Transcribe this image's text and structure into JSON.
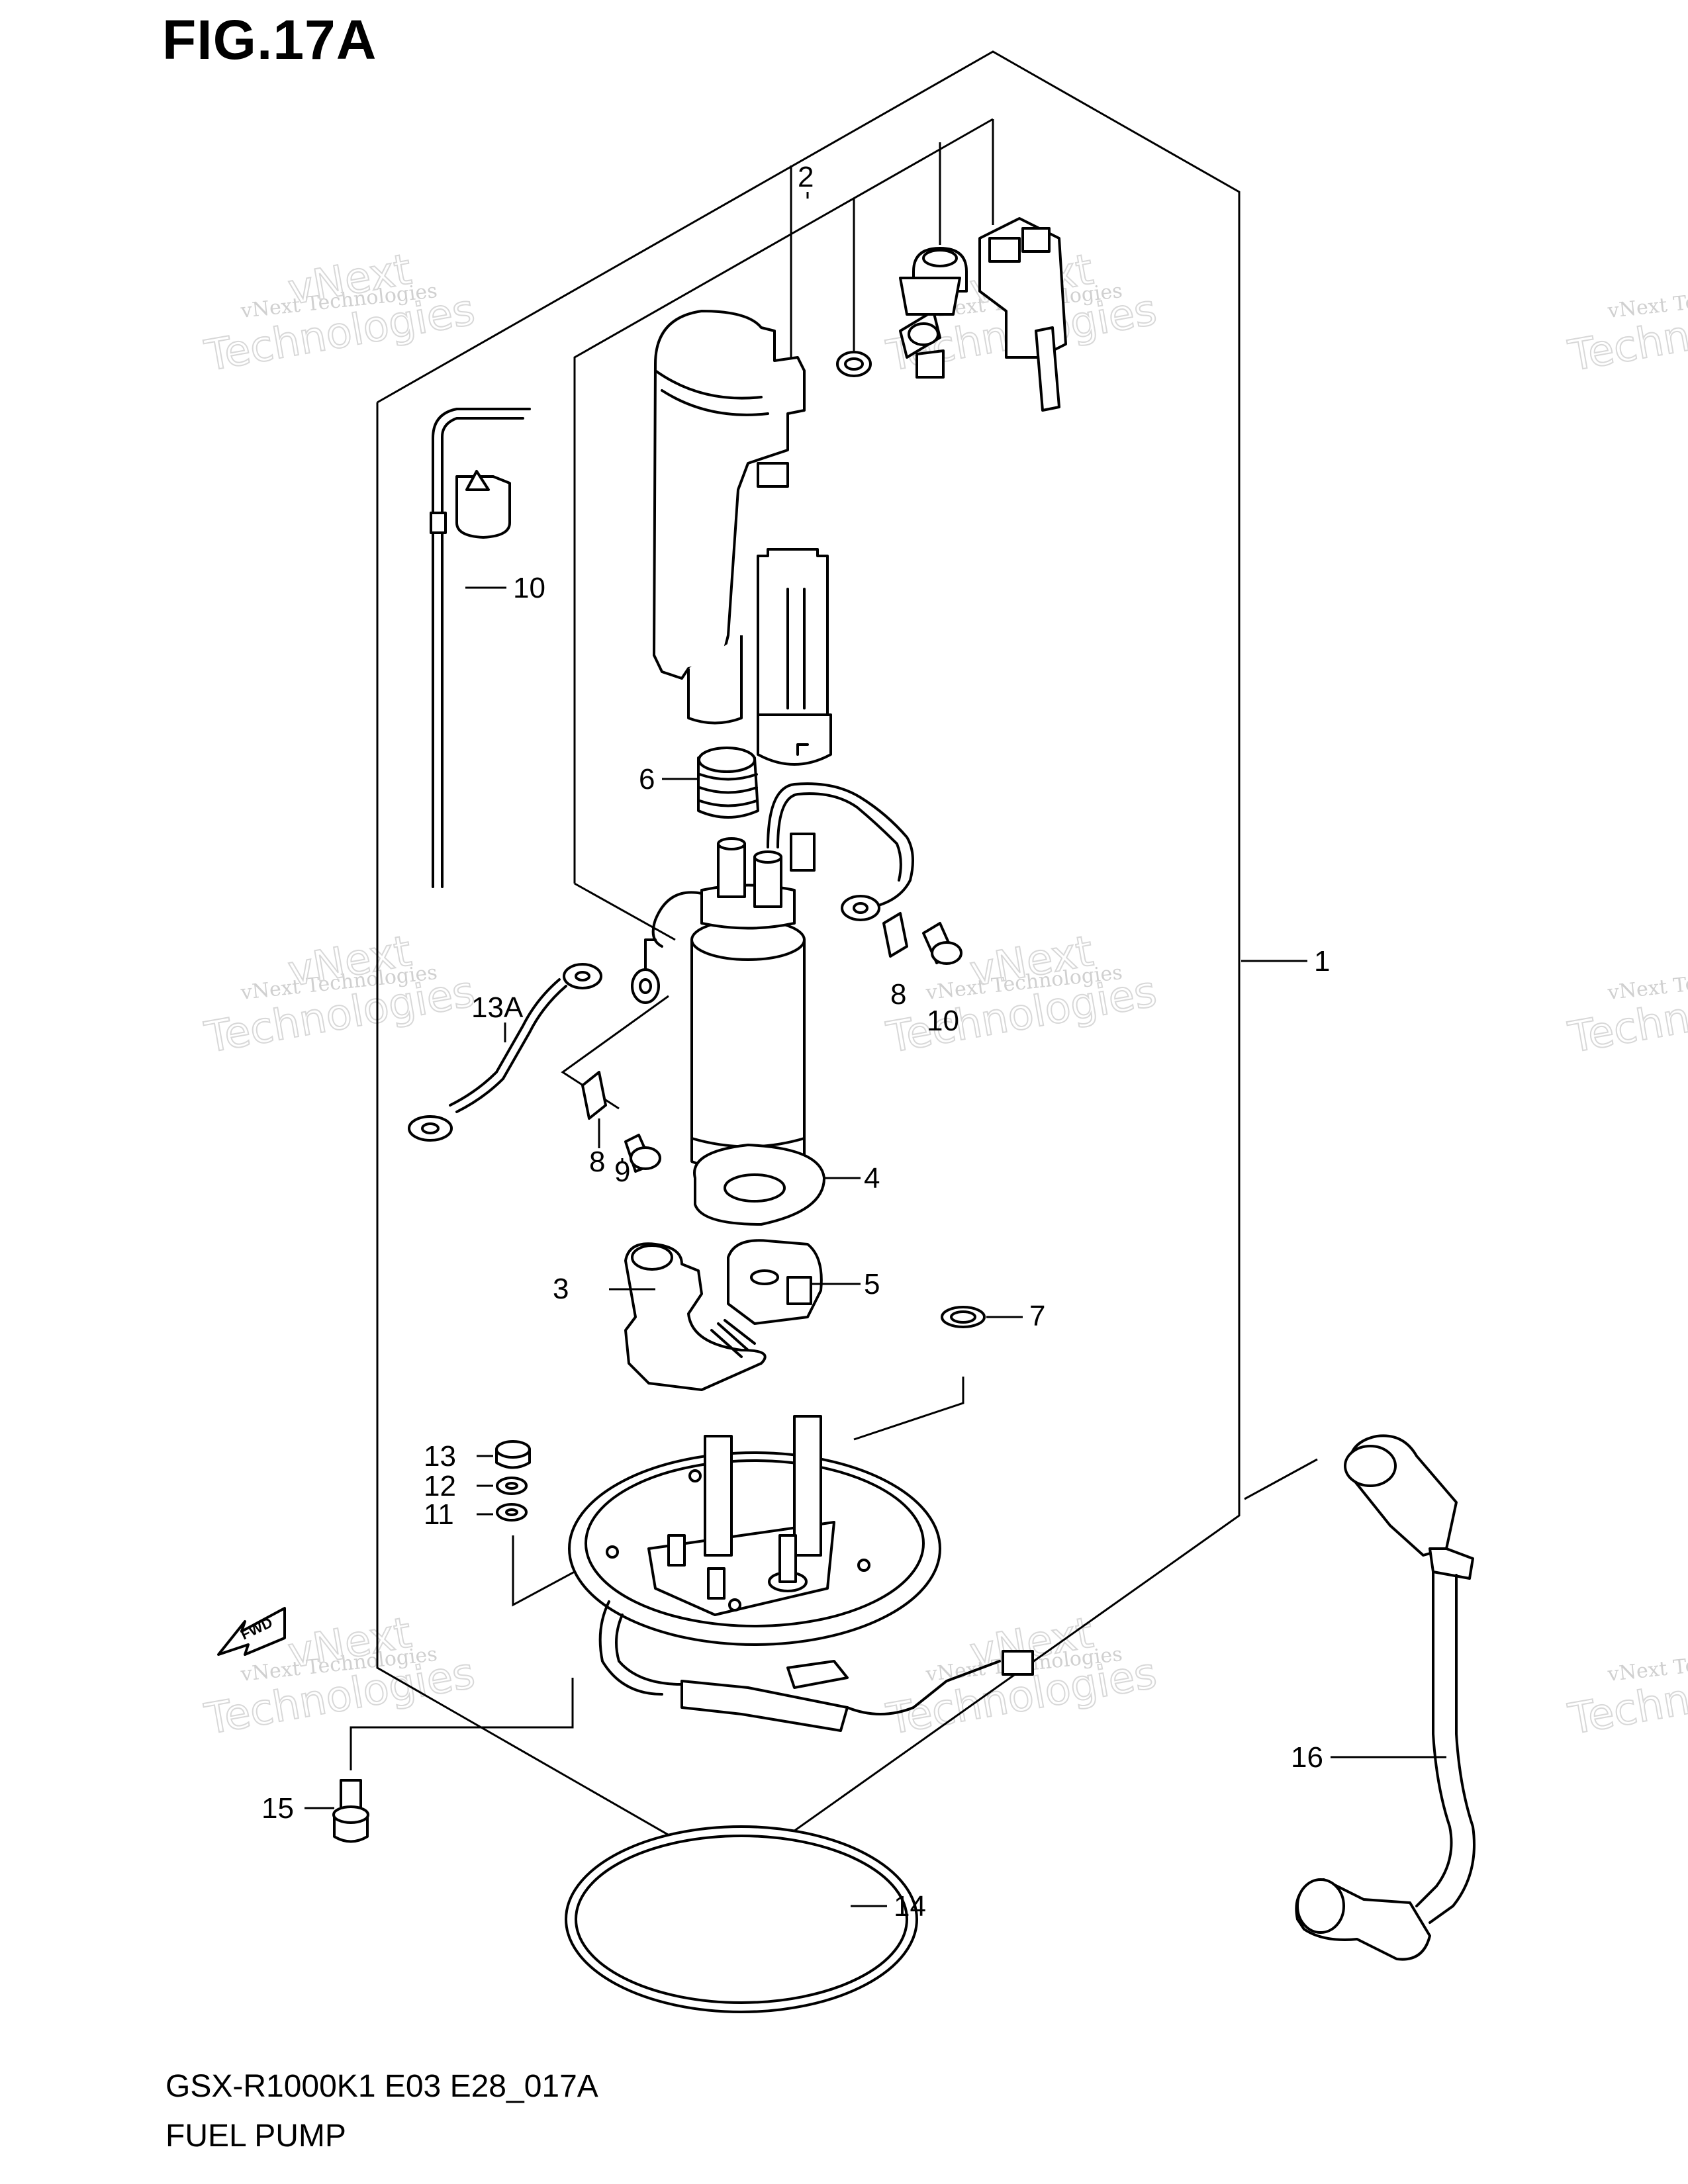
{
  "figure": {
    "title": "FIG.17A"
  },
  "footer": {
    "code": "GSX-R1000K1 E03 E28_017A",
    "name": "FUEL PUMP"
  },
  "watermark": {
    "line1": "vNext Technologies",
    "line2": "Technologies",
    "line3": "vNext"
  },
  "fwd_label": "FWD",
  "callouts": {
    "c1": "1",
    "c2": "2",
    "c3": "3",
    "c4": "4",
    "c5": "5",
    "c6": "6",
    "c7": "7",
    "c8a": "8",
    "c8b": "8",
    "c9": "9",
    "c10a": "10",
    "c10b": "10",
    "c11": "11",
    "c12": "12",
    "c13": "13",
    "c13a": "13A",
    "c14": "14",
    "c15": "15",
    "c16": "16"
  }
}
